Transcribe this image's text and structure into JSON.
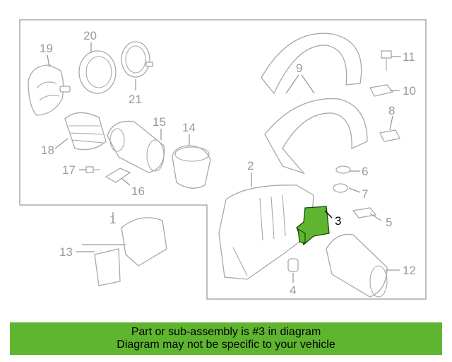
{
  "diagram": {
    "callouts": {
      "c1": "1",
      "c2": "2",
      "c3": "3",
      "c4": "4",
      "c5": "5",
      "c6": "6",
      "c7": "7",
      "c8": "8",
      "c9": "9",
      "c10": "10",
      "c11": "11",
      "c12": "12",
      "c13": "13",
      "c14": "14",
      "c15": "15",
      "c16": "16",
      "c17": "17",
      "c18": "18",
      "c19": "19",
      "c20": "20",
      "c21": "21"
    },
    "highlight_color": "#5fb52f",
    "line_color": "#9a9a9a"
  },
  "banner": {
    "line1": "Part or sub-assembly is #3 in diagram",
    "line2": "Diagram may not be specific to your vehicle",
    "color": "#5fb52f"
  }
}
